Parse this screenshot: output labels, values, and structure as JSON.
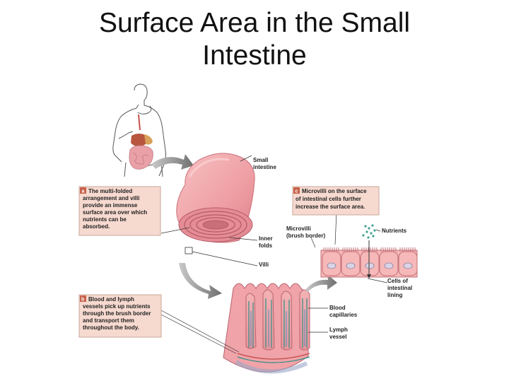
{
  "title": {
    "line1": "Surface Area in the Small",
    "line2": "Intestine"
  },
  "labels": {
    "small_intestine": [
      "Small",
      "intestine"
    ],
    "inner_folds": [
      "Inner",
      "folds"
    ],
    "villi": "Villi",
    "microvilli": [
      "Microvilli",
      "(brush border)"
    ],
    "nutrients": "Nutrients",
    "cells_lining": [
      "Cells of",
      "intestinal",
      "lining"
    ],
    "blood_capillaries": [
      "Blood",
      "capillaries"
    ],
    "lymph_vessel": [
      "Lymph",
      "vessel"
    ]
  },
  "callouts": {
    "a": {
      "letter": "a",
      "lines": [
        "The multi-folded",
        "arrangement and villi",
        "provide an immense",
        "surface area over which",
        "nutrients can be",
        "absorbed."
      ]
    },
    "b": {
      "letter": "b",
      "lines": [
        "Blood and lymph",
        "vessels pick up nutrients",
        "through the brush border",
        "and transport them",
        "throughout the body."
      ]
    },
    "c": {
      "letter": "c",
      "lines": [
        "Microvilli on the surface",
        "of intestinal cells further",
        "increase the surface area."
      ]
    }
  },
  "colors": {
    "callout_fill": "#f6d9cf",
    "callout_border": "#c9a79b",
    "badge": "#c8614a",
    "tissue": "#f2a9ad",
    "tissue_dark": "#d97d86",
    "arrow": "#8a8a8a",
    "capillary": "#2f8f86"
  }
}
